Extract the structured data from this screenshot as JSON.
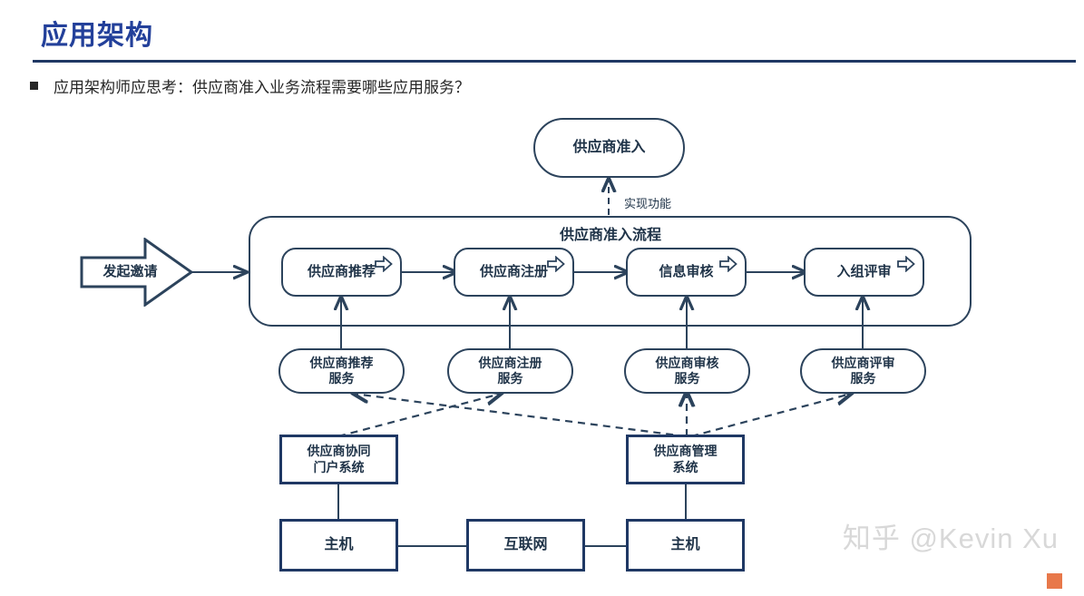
{
  "slide": {
    "title": "应用架构",
    "accent_color": "#23409A",
    "rule_color": "#1F3864",
    "bullet": "应用架构师应思考：供应商准入业务流程需要哪些应用服务？"
  },
  "diagram": {
    "capability": {
      "label": "供应商准入"
    },
    "realize_edge_label": "实现功能",
    "start_arrow": {
      "label": "发起邀请"
    },
    "process_container": {
      "caption": "供应商准入流程"
    },
    "process_steps": [
      {
        "label": "供应商推荐",
        "icon": "right-arrow-icon"
      },
      {
        "label": "供应商注册",
        "icon": "right-arrow-icon"
      },
      {
        "label": "信息审核",
        "icon": "right-arrow-icon"
      },
      {
        "label": "入组评审",
        "icon": "right-arrow-icon"
      }
    ],
    "services": [
      {
        "label": "供应商推荐\n服务"
      },
      {
        "label": "供应商注册\n服务"
      },
      {
        "label": "供应商审核\n服务"
      },
      {
        "label": "供应商评审\n服务"
      }
    ],
    "systems": [
      {
        "label": "供应商协同\n门户系统"
      },
      {
        "label": "供应商管理\n系统"
      }
    ],
    "infrastructure": [
      {
        "label": "主机"
      },
      {
        "label": "互联网"
      },
      {
        "label": "主机"
      }
    ]
  },
  "watermark": {
    "text": "知乎 @Kevin Xu",
    "square_color": "#e8784a"
  }
}
